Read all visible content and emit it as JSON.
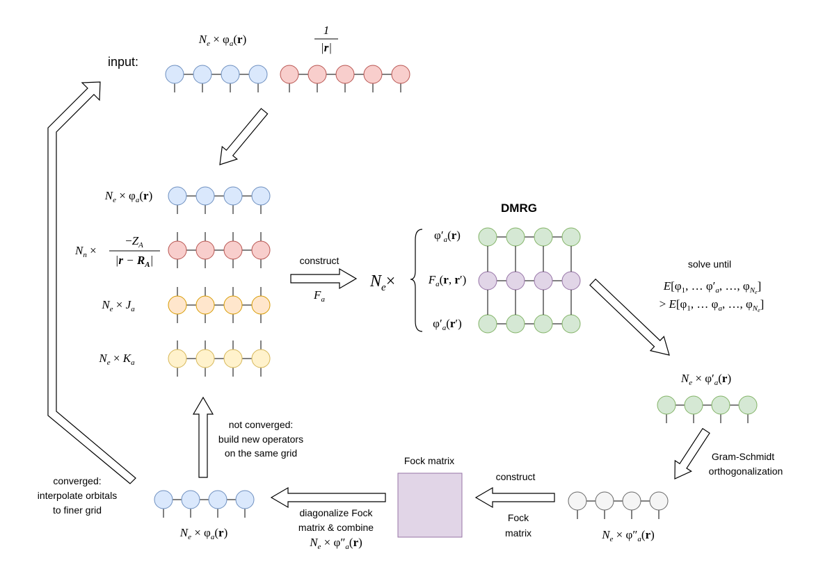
{
  "colors": {
    "blue": {
      "fill": "#dae8fc",
      "stroke": "#6c8ebf"
    },
    "red": {
      "fill": "#f8cecc",
      "stroke": "#b85450"
    },
    "orange": {
      "fill": "#ffe6cc",
      "stroke": "#d79b00"
    },
    "yellow": {
      "fill": "#fff2cc",
      "stroke": "#d6b656"
    },
    "green": {
      "fill": "#d5e8d4",
      "stroke": "#82b366"
    },
    "purple": {
      "fill": "#e1d5e7",
      "stroke": "#9673a6"
    },
    "gray": {
      "fill": "#f5f5f5",
      "stroke": "#666666"
    }
  },
  "input": {
    "label": "input:",
    "phi_label": "N_e × φ_a(r)",
    "coulomb_numerator": "1",
    "coulomb_denominator": "|r|"
  },
  "operators": {
    "orbitals_label": "N_e × φ_a(r)",
    "nuclear_prefix": "N_n ×",
    "nuclear_numerator": "−Z_A",
    "nuclear_denominator": "|r − R_A|",
    "coulomb_label": "N_e × J_a",
    "exchange_label": "N_e × K_a"
  },
  "construct_fa": {
    "label": "construct",
    "sub": "F_a"
  },
  "dmrg": {
    "title": "DMRG",
    "prefix": "N_e×",
    "top_label": "φ′_a(r)",
    "middle_label": "F_a(r, r′)",
    "bottom_label": "φ′_a(r′)"
  },
  "solve": {
    "line1": "solve until",
    "line2": "E[φ₁, … φ′_a, …, φ_{N_e}]",
    "line3": "> E[φ₁, … φ_a, …, φ_{N_e}]"
  },
  "updated": {
    "label": "N_e × φ′_a(r)"
  },
  "gram_schmidt": {
    "line1": "Gram-Schmidt",
    "line2": "orthogonalization"
  },
  "orthogonal": {
    "label": "N_e × φ″_a(r)"
  },
  "fock_construct": {
    "top": "construct",
    "bottom1": "Fock",
    "bottom2": "matrix"
  },
  "fock_matrix": {
    "title": "Fock matrix",
    "fill": "#e1d5e7",
    "stroke": "#9673a6"
  },
  "diagonalize": {
    "line1": "diagonalize Fock",
    "line2": "matrix & combine",
    "line3": "N_e × φ″_a(r)"
  },
  "result": {
    "label": "N_e × φ_a(r)"
  },
  "not_converged": {
    "line1": "not converged:",
    "line2": "build new operators",
    "line3": "on the same grid"
  },
  "converged": {
    "line1": "converged:",
    "line2": "interpolate orbitals",
    "line3": "to finer grid"
  }
}
